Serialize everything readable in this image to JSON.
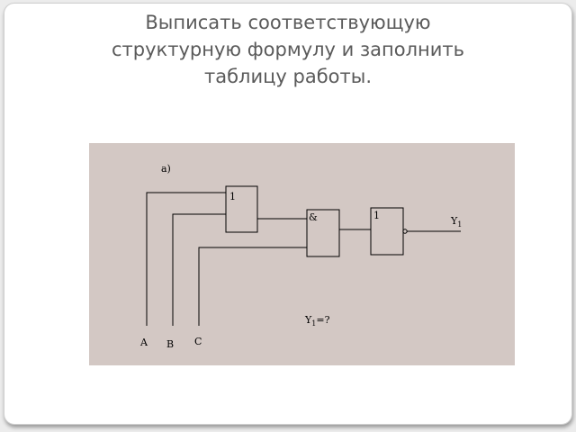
{
  "title": {
    "line1": "Выписать соответствующую",
    "line2": "структурную формулу и заполнить",
    "line3": "таблицу работы."
  },
  "diagram": {
    "part_label": "а)",
    "gate_or_1": "1",
    "gate_and": "&",
    "gate_not": "1",
    "output_label": "Y",
    "output_sub": "1",
    "formula_var": "Y",
    "formula_sub": "1",
    "formula_rest": "=?",
    "input_a": "A",
    "input_b": "B",
    "input_c": "C"
  },
  "colors": {
    "title_text": "#5a5a5a",
    "panel_bg": "#d3c8c4"
  }
}
